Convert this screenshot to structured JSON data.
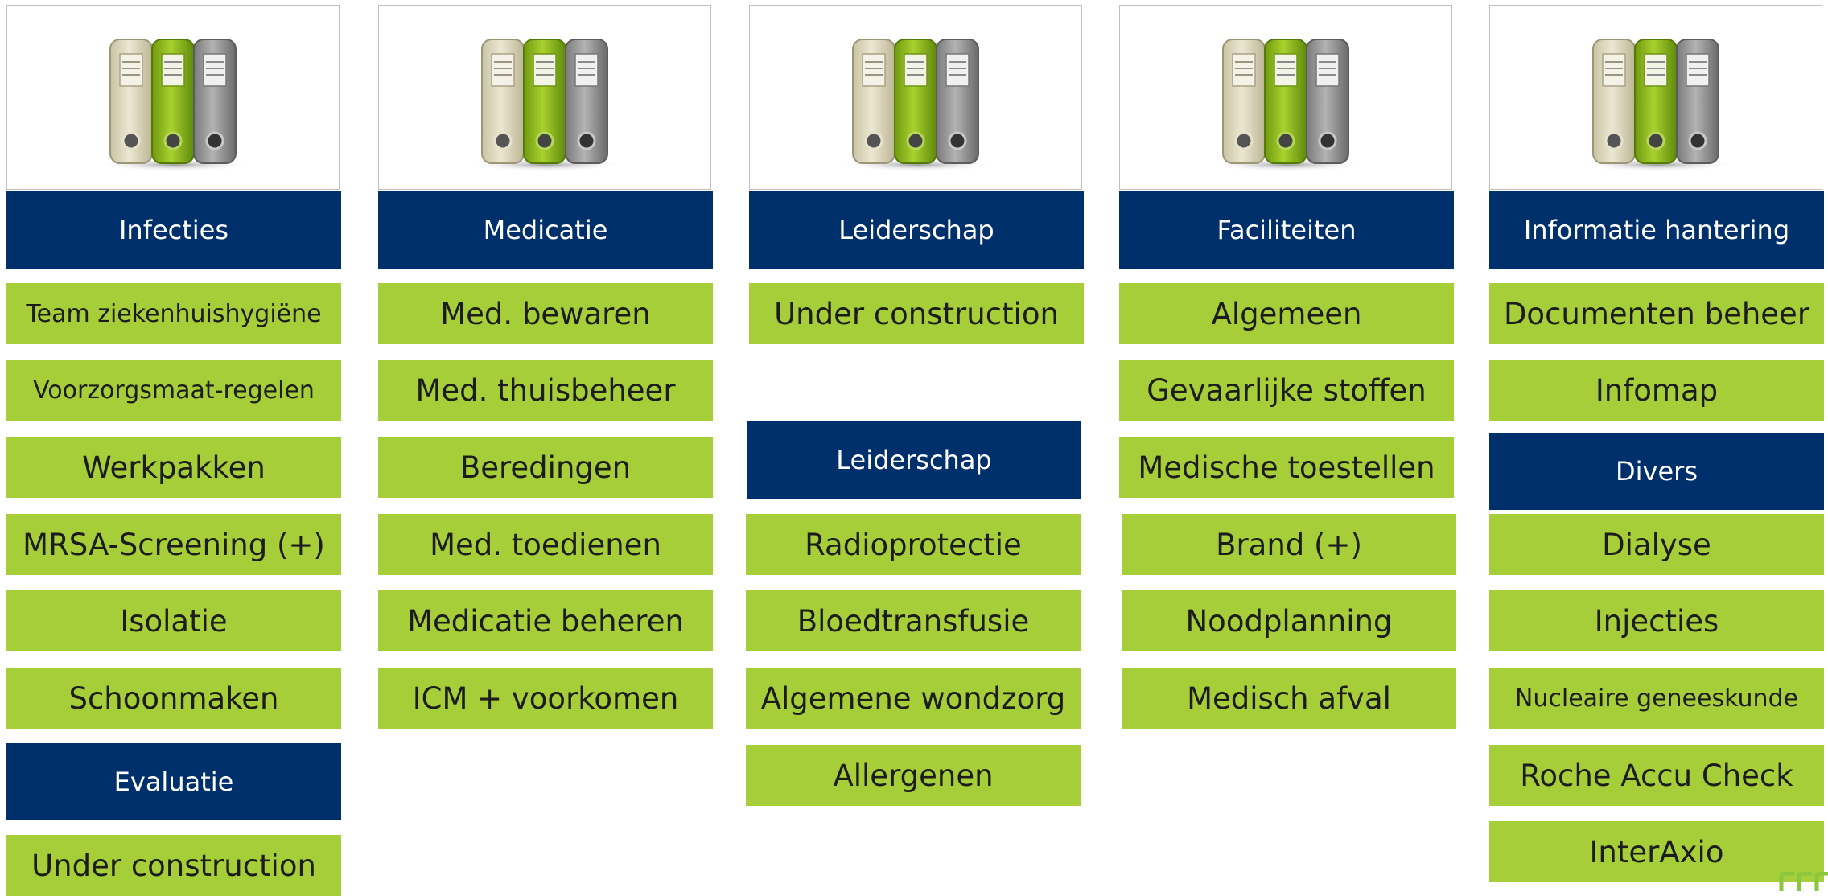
{
  "colors": {
    "navy": "#00306b",
    "green": "#a6ce39",
    "text_dark": "#1c1c1c"
  },
  "icon": "binders-icon",
  "columns": [
    {
      "title": "Infecties",
      "items": [
        "Team ziekenhuishygiëne",
        "Voorzorgsmaat-regelen",
        "Werkpakken",
        "MRSA-Screening (+)",
        "Isolatie",
        "Schoonmaken"
      ],
      "section_title": "Evaluatie",
      "section_items": [
        "Under construction"
      ]
    },
    {
      "title": "Medicatie",
      "items": [
        "Med. bewaren",
        "Med. thuisbeheer",
        "Beredingen",
        "Med. toedienen",
        "Medicatie beheren",
        "ICM + voorkomen"
      ]
    },
    {
      "title": "Leiderschap",
      "items": [
        "Under construction"
      ],
      "section_title": "Leiderschap",
      "section_items": [
        "Radioprotectie",
        "Bloedtransfusie",
        "Algemene wondzorg",
        "Allergenen"
      ]
    },
    {
      "title": "Faciliteiten",
      "items": [
        "Algemeen",
        "Gevaarlijke stoffen",
        "Medische toestellen",
        "Brand (+)",
        "Noodplanning",
        "Medisch afval"
      ]
    },
    {
      "title": "Informatie hantering",
      "items": [
        "Documenten beheer",
        "Infomap"
      ],
      "section_title": "Divers",
      "section_items": [
        "Dialyse",
        "Injecties",
        "Nucleaire geneeskunde",
        "Roche Accu Check",
        "InterAxio"
      ]
    }
  ]
}
